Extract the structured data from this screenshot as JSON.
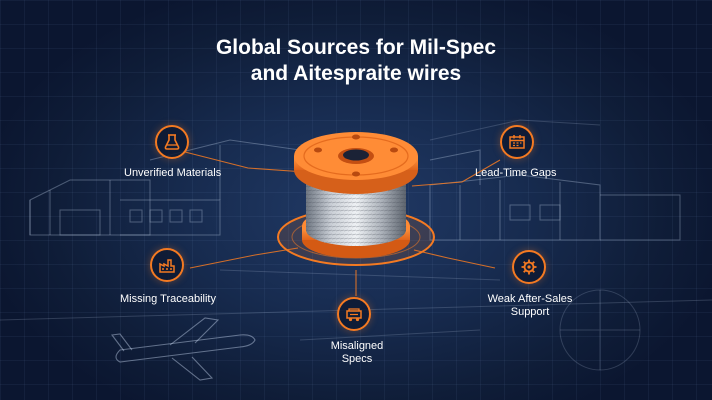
{
  "title": {
    "line1": "Global Sources for Mil-Spec",
    "line2": "and Aitespraite wires"
  },
  "callouts": {
    "unverified": {
      "label": "Unverified Materials",
      "icon": "chemical-flask-icon"
    },
    "lead_time": {
      "label": "Lead-Time Gaps",
      "icon": "calendar-icon"
    },
    "traceability": {
      "label": "Missing Traceability",
      "icon": "factory-icon"
    },
    "misaligned": {
      "label_line1": "Misaligned",
      "label_line2": "Specs",
      "icon": "truck-icon"
    },
    "after_sales": {
      "label_line1": "Weak After-Sales",
      "label_line2": "Support",
      "icon": "gear-icon"
    }
  },
  "colors": {
    "accent": "#f47a22",
    "background": "#152a4e",
    "text": "#ffffff"
  }
}
